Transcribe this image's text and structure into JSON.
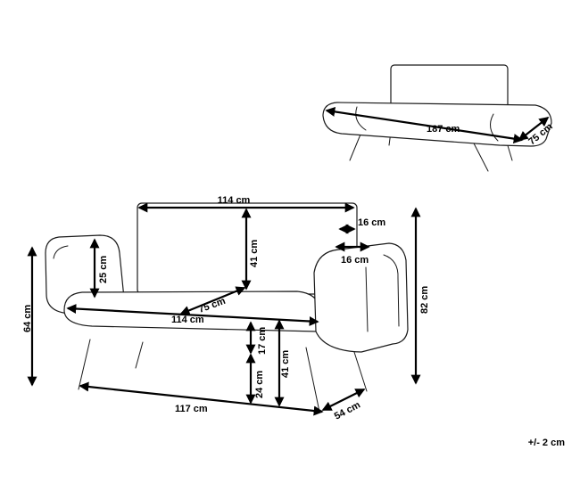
{
  "dimensions": {
    "top_width": "187 cm",
    "top_depth": "75 cm",
    "back_width": "114 cm",
    "back_height": "41 cm",
    "arm_gap": "16 cm",
    "arm_width": "16 cm",
    "arm_height": "25 cm",
    "seat_depth": "75 cm",
    "seat_width": "114 cm",
    "total_height_left": "64 cm",
    "seat_thickness": "17 cm",
    "leg_height": "24 cm",
    "seat_height": "41 cm",
    "total_height_right": "82 cm",
    "base_width": "117 cm",
    "base_depth": "54 cm"
  },
  "tolerance": "+/- 2 cm"
}
